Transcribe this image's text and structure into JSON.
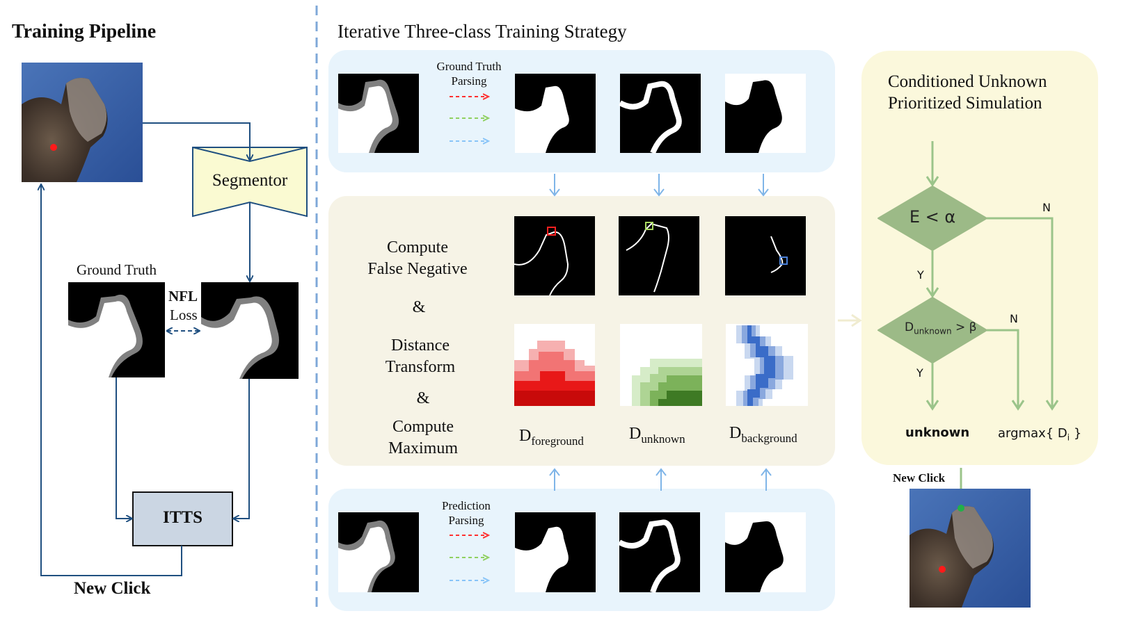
{
  "left": {
    "title": "Training Pipeline",
    "segmentor": "Segmentor",
    "ground_truth": "Ground Truth",
    "nfl": "NFL",
    "loss": "Loss",
    "itts": "ITTS",
    "new_click": "New Click"
  },
  "middle": {
    "title": "Iterative Three-class Training Strategy",
    "gt_parsing_line1": "Ground Truth",
    "gt_parsing_line2": "Parsing",
    "pred_parsing_line1": "Prediction",
    "pred_parsing_line2": "Parsing",
    "compute_fn_line1": "Compute",
    "compute_fn_line2": "False Negative",
    "amp1": "&",
    "distance_line1": "Distance",
    "distance_line2": "Transform",
    "amp2": "&",
    "compute_max_line1": "Compute",
    "compute_max_line2": "Maximum",
    "d_symbol": "D",
    "d_fg_sub": "foreground",
    "d_unk_sub": "unknown",
    "d_bg_sub": "background"
  },
  "right": {
    "title_line1": "Conditioned Unknown",
    "title_line2": "Prioritized Simulation",
    "cond1": "E < α",
    "cond2_d": "D",
    "cond2_sub": "unknown",
    "cond2_rest": " > β",
    "yes": "Y",
    "no": "N",
    "out_unknown": "unknown",
    "out_argmax": "argmax{ D",
    "out_argmax_sub": "i",
    "out_argmax_end": " }",
    "new_click": "New Click"
  },
  "colors": {
    "blue_panel": "#e8f4fc",
    "beige_panel": "#f6f3e6",
    "yellow_panel": "#fbf8dc",
    "segmentor_fill": "#fafad2",
    "itts_fill": "#cbd6e3",
    "diamond": "#9cba87",
    "arrow_navy": "#1f4f80",
    "arrow_lightblue": "#7fb5e8",
    "arrow_green": "#9bc48a",
    "dash_red": "#ff3030",
    "dash_green": "#8fd060",
    "dash_blue": "#88c4f8"
  }
}
